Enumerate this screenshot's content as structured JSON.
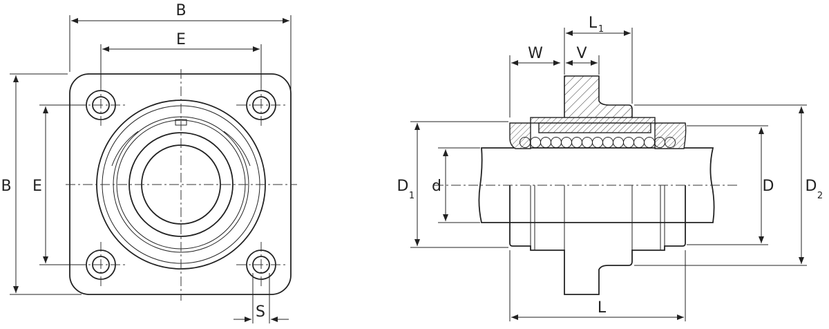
{
  "labels": {
    "b_top": "B",
    "e_top": "E",
    "b_left": "B",
    "e_left": "E",
    "s": "S",
    "l1": "L",
    "l1_sub": "1",
    "w": "W",
    "v": "V",
    "d1": "D",
    "d1_sub": "1",
    "d": "d",
    "d_outer": "D",
    "d2": "D",
    "d2_sub": "2",
    "l": "L"
  }
}
